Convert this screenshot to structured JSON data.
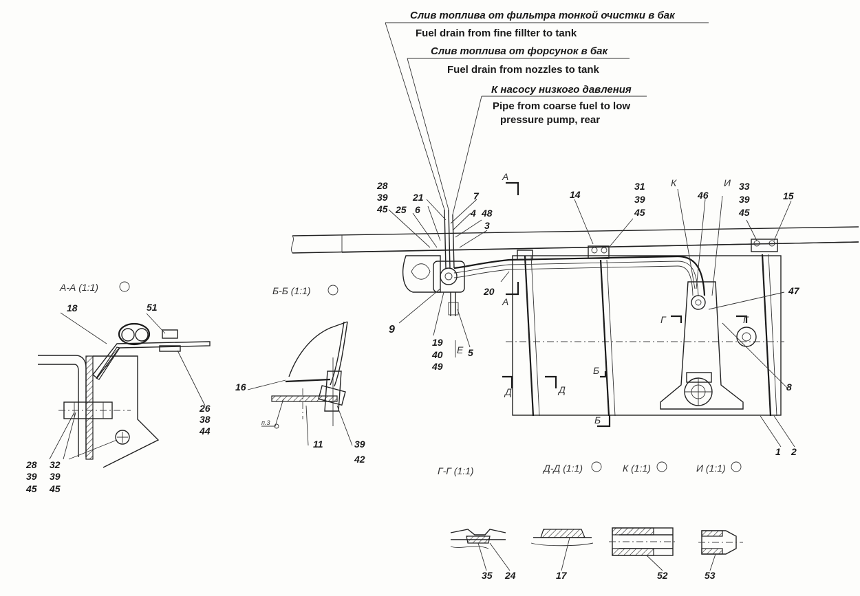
{
  "notes": [
    {
      "ru": "Слив топлива от фильтра тонкой очистки в бак",
      "en": "Fuel drain from fine fillter to tank"
    },
    {
      "ru": "Слив топлива от форсунок в бак",
      "en": "Fuel drain from nozzles to tank"
    },
    {
      "ru": "К насосу низкого давления",
      "en": "Pipe from coarse fuel to low",
      "en2": "pressure pump, rear"
    }
  ],
  "views": {
    "aa": "А-А (1:1)",
    "bb": "Б-Б (1:1)",
    "gg": "Г-Г (1:1)",
    "dd": "Д-Д (1:1)",
    "k": "К (1:1)",
    "i": "И (1:1)"
  },
  "section_marks": {
    "a": "А",
    "b": "Б",
    "g": "Г",
    "d": "Д",
    "k": "К",
    "i": "И",
    "e": "Е"
  },
  "callouts": {
    "c1": "1",
    "c2": "2",
    "c3": "3",
    "c4": "4",
    "c5": "5",
    "c6": "6",
    "c7": "7",
    "c8": "8",
    "c9": "9",
    "c11": "11",
    "c14": "14",
    "c15": "15",
    "c16": "16",
    "c17": "17",
    "c18": "18",
    "c19": "19",
    "c20": "20",
    "c21": "21",
    "c24": "24",
    "c25": "25",
    "c26": "26",
    "c28": "28",
    "c28b": "28",
    "c31": "31",
    "c32": "32",
    "c33": "33",
    "c35": "35",
    "c38": "38",
    "c39a": "39",
    "c39b": "39",
    "c39c": "39",
    "c39d": "39",
    "c39e": "39",
    "c39f": "39",
    "c40": "40",
    "c42": "42",
    "c44": "44",
    "c45a": "45",
    "c45b": "45",
    "c45c": "45",
    "c45d": "45",
    "c45e": "45",
    "c46": "46",
    "c47": "47",
    "c48": "48",
    "c49": "49",
    "c51": "51",
    "c52": "52",
    "c53": "53",
    "n3": "п.3"
  }
}
